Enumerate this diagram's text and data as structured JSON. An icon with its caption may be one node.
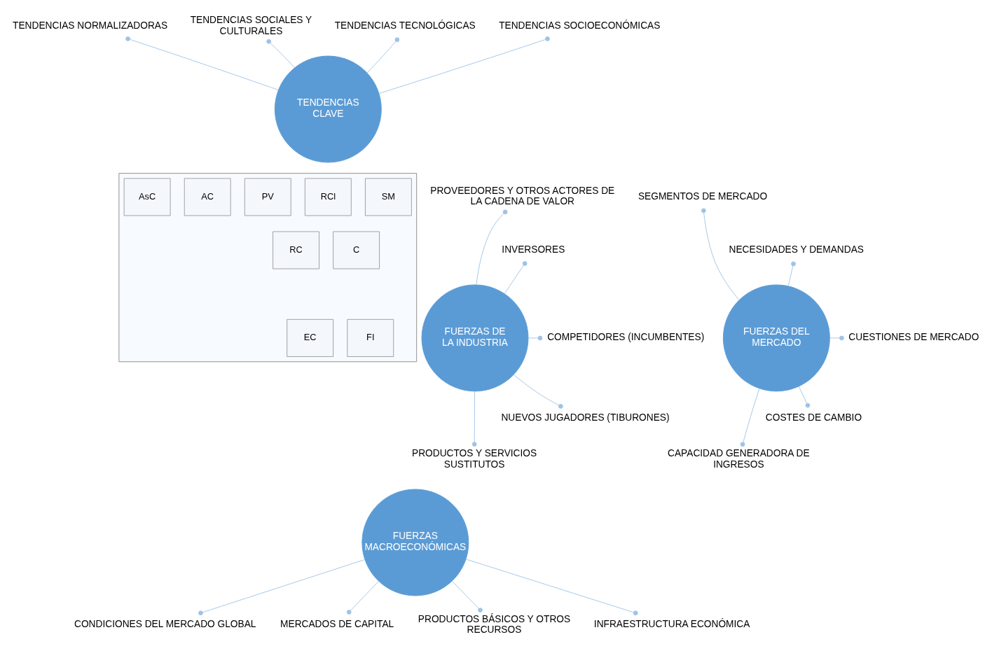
{
  "diagram": {
    "nodes": [
      {
        "text": [
          "TENDENCIAS CLAVE"
        ]
      },
      {
        "text": [
          "TENDENCIAS NORMALIZADORAS"
        ]
      },
      {
        "text": [
          "TENDENCIAS SOCIALES Y CULTURALES"
        ]
      },
      {
        "text": [
          "TENDENCIAS TECNOLÓGICAS"
        ]
      },
      {
        "text": [
          "TENDENCIAS SOCIOECONÓMICAS"
        ]
      },
      {
        "text": [
          "FUERZAS DE LA INDUSTRIA"
        ]
      },
      {
        "text": [
          "PROVEEDORES Y OTROS ACTORES DE LA CADENA DE VALOR"
        ]
      },
      {
        "text": [
          "INVERSORES"
        ]
      },
      {
        "text": [
          "COMPETIDORES (INCUMBENTES)"
        ]
      },
      {
        "text": [
          "NUEVOS JUGADORES (TIBURONES)"
        ]
      },
      {
        "text": [
          "PRODUCTOS Y SERVICIOS SUSTITUTOS"
        ]
      },
      {
        "text": [],
        "shape": "box"
      },
      {
        "text": [
          "AsC"
        ],
        "in": 11
      },
      {
        "text": [
          "AC"
        ],
        "in": 11
      },
      {
        "text": [
          "PV"
        ],
        "in": 11
      },
      {
        "text": [
          "RCl"
        ],
        "in": 11
      },
      {
        "text": [
          "SM"
        ],
        "in": 11
      },
      {
        "text": [
          "RC"
        ],
        "in": 11
      },
      {
        "text": [
          "C"
        ],
        "in": 11
      },
      {
        "text": [
          "EC"
        ],
        "in": 11
      },
      {
        "text": [
          "FI"
        ],
        "in": 11
      },
      {
        "text": [
          "FUERZAS DEL MERCADO"
        ]
      },
      {
        "text": [
          "SEGMENTOS DE MERCADO"
        ]
      },
      {
        "text": [
          "NECESIDADES Y DEMANDAS"
        ]
      },
      {
        "text": [
          "CUESTIONES DE MERCADO"
        ]
      },
      {
        "text": [
          "COSTES DE CAMBIO"
        ]
      },
      {
        "text": [
          "CAPACIDAD GENERADORA DE INGRESOS"
        ]
      },
      {
        "text": [
          "FUERZAS MACROECONÓMICAS"
        ]
      },
      {
        "text": [
          "CONDICIONES DEL MERCADO GLOBAL"
        ]
      },
      {
        "text": [
          "MERCADOS DE CAPITAL"
        ]
      },
      {
        "text": [
          "PRODUCTOS BÁSICOS Y OTROS RECURSOS"
        ]
      },
      {
        "text": [
          "INFRAESTRUCTURA ECONÓMICA"
        ]
      }
    ],
    "edges": [
      {
        "from": 0,
        "to": 1,
        "arrow": "other"
      },
      {
        "from": 0,
        "to": 2,
        "arrow": "other"
      },
      {
        "from": 0,
        "to": 3,
        "arrow": "other"
      },
      {
        "from": 0,
        "to": 4,
        "arrow": "other"
      },
      {
        "from": 5,
        "to": 6,
        "arrow": "other"
      },
      {
        "from": 5,
        "to": 7,
        "arrow": "other"
      },
      {
        "from": 5,
        "to": 8,
        "arrow": "other"
      },
      {
        "from": 5,
        "to": 9,
        "arrow": "other"
      },
      {
        "from": 5,
        "to": 10,
        "arrow": "other"
      },
      {
        "from": 21,
        "to": 22,
        "arrow": "other"
      },
      {
        "from": 21,
        "to": 23,
        "arrow": "other"
      },
      {
        "from": 21,
        "to": 24,
        "arrow": "other"
      },
      {
        "from": 21,
        "to": 25,
        "arrow": "other"
      },
      {
        "from": 21,
        "to": 26,
        "arrow": "other"
      },
      {
        "from": 27,
        "to": 28,
        "arrow": "other"
      },
      {
        "from": 27,
        "to": 29,
        "arrow": "other"
      },
      {
        "from": 27,
        "to": 30,
        "arrow": "other"
      },
      {
        "from": 27,
        "to": 31,
        "arrow": "other"
      }
    ]
  }
}
